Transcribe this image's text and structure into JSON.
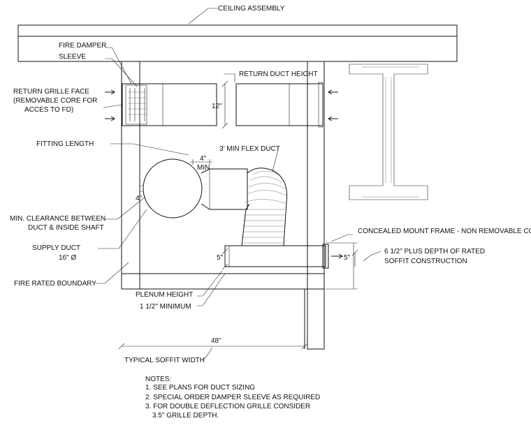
{
  "labels": {
    "ceiling_assembly": "CEILING ASSEMBLY",
    "fire_damper": "FIRE DAMPER",
    "sleeve": "SLEEVE",
    "return_grille_face_1": "RETURN GRILLE FACE",
    "return_grille_face_2": "(REMOVABLE CORE FOR",
    "return_grille_face_3": "ACCES TO FD)",
    "return_duct_height": "RETURN DUCT HEIGHT",
    "dim_12": "12\"",
    "fitting_length": "FITTING LENGTH",
    "dim_4_top": "4\"",
    "min": "MIN",
    "flex_duct": "3' MIN FLEX DUCT",
    "dim_4_left": "4\"",
    "min_clearance_1": "MIN. CLEARANCE BETWEEN",
    "min_clearance_2": "DUCT & INSIDE SHAFT",
    "supply_duct": "SUPPLY DUCT",
    "supply_duct_size": "16\" Ø",
    "fire_rated_boundary": "FIRE RATED BOUNDARY",
    "concealed_mount": "CONCEALED MOUNT FRAME - NON REMOVABLE CORE",
    "dim_5_left": "5\"",
    "dim_5_right": "5\"",
    "soffit_depth_1": "6 1/2\" PLUS DEPTH OF RATED",
    "soffit_depth_2": "SOFFIT CONSTRUCTION",
    "plenum_height": "PLENUM HEIGHT",
    "plenum_min": "1 1/2\" MINIMUM",
    "dim_48": "48\"",
    "typical_soffit_width": "TYPICAL SOFFIT WIDTH"
  },
  "notes": {
    "heading": "NOTES:",
    "items": [
      "1. SEE PLANS FOR DUCT SIZING",
      "2. SPECIAL ORDER DAMPER SLEEVE AS REQUIRED",
      "3. FOR DOUBLE DEFLECTION GRILLE CONSIDER",
      "3.5\" GRILLE DEPTH."
    ]
  }
}
